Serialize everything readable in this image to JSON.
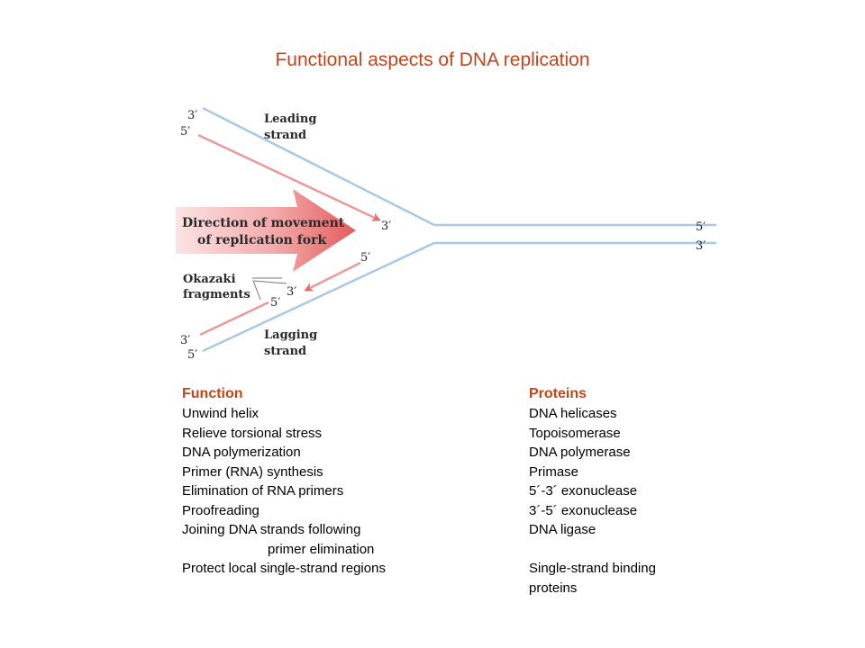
{
  "title": "Functional aspects of DNA replication",
  "diagram": {
    "leading_strand_label": [
      "Leading",
      "strand"
    ],
    "lagging_strand_label": [
      "Lagging",
      "strand"
    ],
    "okazaki_label": [
      "Okazaki",
      "fragments"
    ],
    "arrow_label": [
      "Direction of movement",
      "of replication fork"
    ],
    "end_labels": {
      "top_left_3": "3′",
      "top_left_5": "5′",
      "leading_tip_3": "3′",
      "right_top_5": "5′",
      "right_bottom_3": "3′",
      "lagging_5": "5′",
      "okazaki_3": "3′",
      "okazaki_5": "5′",
      "bottom_left_3": "3′",
      "bottom_left_5": "5′"
    },
    "colors": {
      "template_strand": "#a8c8e6",
      "new_strand": "#e89a9a",
      "arrow": "#e05a5a"
    }
  },
  "functions": {
    "header": "Function",
    "items": [
      "Unwind helix",
      "Relieve torsional stress",
      "DNA polymerization",
      "Primer (RNA) synthesis",
      "Elimination of RNA primers",
      "Proofreading",
      "Joining DNA strands following",
      "primer elimination",
      "Protect local single-strand regions"
    ]
  },
  "proteins": {
    "header": "Proteins",
    "items": [
      "DNA helicases",
      "Topoisomerase",
      "DNA polymerase",
      "Primase",
      "5´-3´ exonuclease",
      "3´-5´ exonuclease",
      "DNA ligase",
      "",
      "Single-strand binding",
      "proteins"
    ]
  }
}
